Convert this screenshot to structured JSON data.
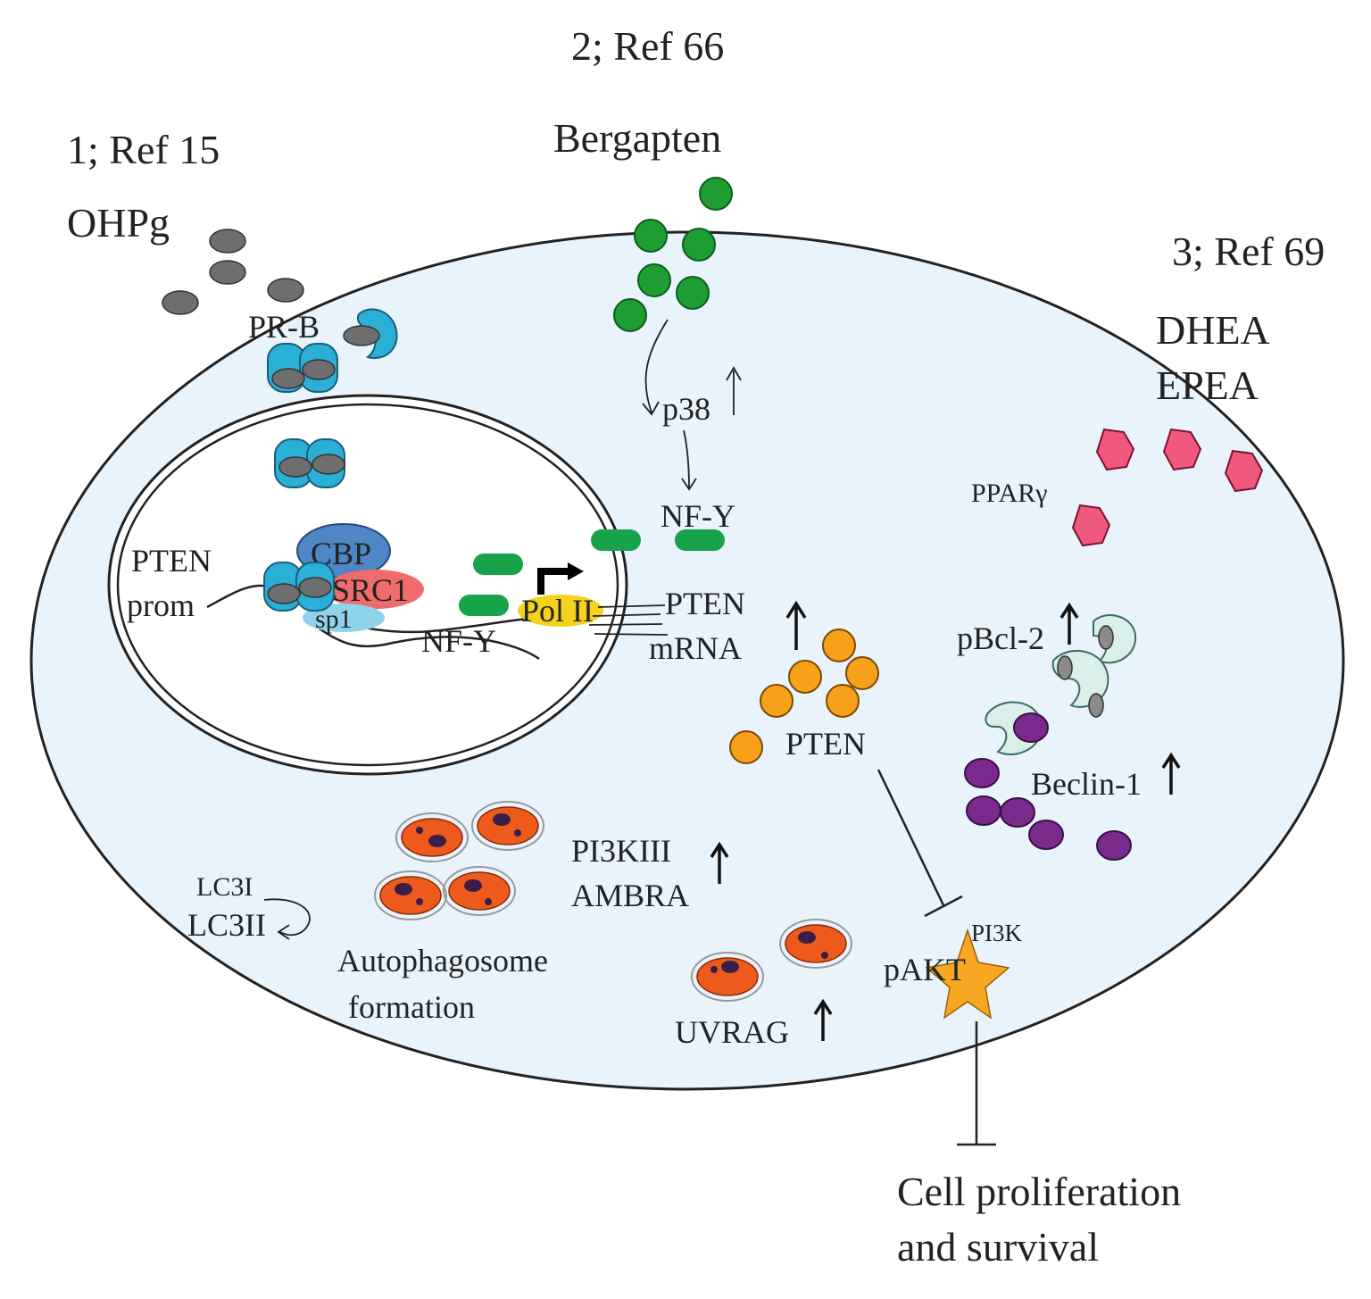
{
  "labels": {
    "ref1": "1; Ref 15",
    "ref2": "2; Ref 66",
    "ref3": "3; Ref 69",
    "ohpg": "OHPg",
    "bergapten": "Bergapten",
    "dhea": "DHEA",
    "epea": "EPEA",
    "prb": "PR-B",
    "pten_prom_line1": "PTEN",
    "pten_prom_line2": "prom",
    "cbp": "CBP",
    "src1": "SRC1",
    "sp1": "sp1",
    "nfy_nucleus": "NF-Y",
    "pol2": "Pol II",
    "p38": "p38",
    "nfy_cyto": "NF-Y",
    "pten_mrna_line1": "PTEN",
    "pten_mrna_line2": "mRNA",
    "pten_protein": "PTEN",
    "ppar": "PPARγ",
    "pbcl2": "pBcl-2",
    "beclin": "Beclin-1",
    "pi3kiii": "PI3KIII",
    "ambra": "AMBRA",
    "lc3i": "LC3I",
    "lc3ii": "LC3II",
    "autophagosome_line1": "Autophagosome",
    "autophagosome_line2": "formation",
    "uvrag": "UVRAG",
    "pakt": "pAKT",
    "pi3k": "PI3K",
    "cell_prolif_line1": "Cell proliferation",
    "cell_prolif_line2": "and survival"
  },
  "colors": {
    "cell_fill": "#e9f3fb",
    "nucleus_fill": "#ffffff",
    "ohpg": "#6e6e6e",
    "receptor": "#2ab0d6",
    "bergapten": "#1e9e32",
    "nfy": "#18a34a",
    "cbp": "#4f86c6",
    "src1": "#f06b6b",
    "sp1": "#8fd3ea",
    "pol2": "#f5d31c",
    "pten": "#f7a11a",
    "dhea": "#f0587e",
    "bcl2": "#d9efe9",
    "beclin": "#7a2a8c",
    "autophagosome": "#ee5a1c",
    "autophagosome_core": "#3a1e4a",
    "pakt_star": "#f7a721"
  }
}
